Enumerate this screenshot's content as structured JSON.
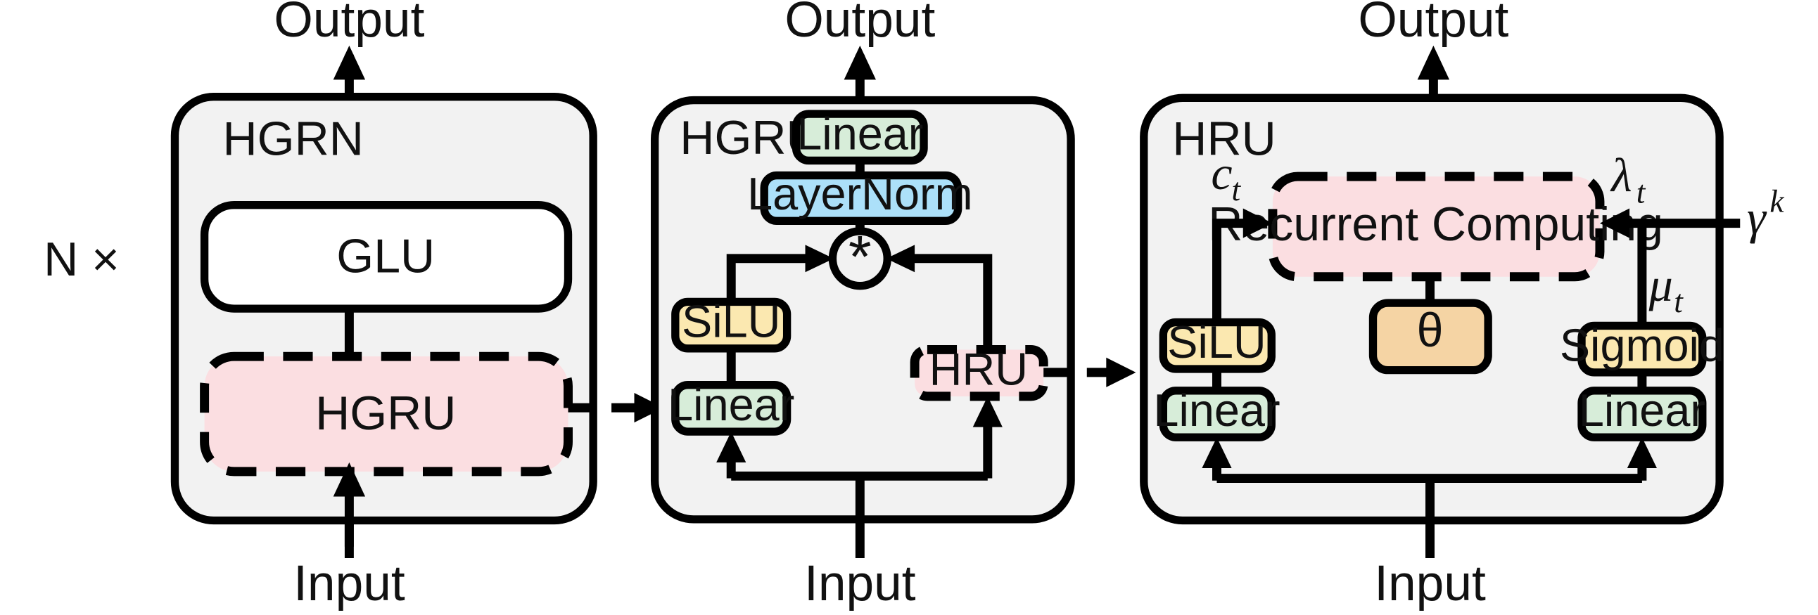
{
  "figure": {
    "type": "diagram",
    "description": "Three-panel neural network architecture diagram: HGRN block, HGRU module, HRU module",
    "background": "#ffffff"
  },
  "colors": {
    "panel_fill": "#f2f2f2",
    "pink": "#fbdee1",
    "green": "#d7edd9",
    "blue": "#ace0f9",
    "yellow": "#fbe8b0",
    "orange": "#f5d4a4",
    "white": "#ffffff",
    "stroke": "#000000"
  },
  "panels": [
    {
      "id": "hgrn",
      "title": "HGRN",
      "repeat_label": "N ×",
      "top_io": "Output",
      "bottom_io": "Input",
      "blocks": [
        {
          "name": "glu",
          "label": "GLU",
          "style": "white-solid"
        },
        {
          "name": "hgru",
          "label": "HGRU",
          "style": "pink-dashed"
        }
      ]
    },
    {
      "id": "hgru",
      "title": "HGRU",
      "top_io": "Output",
      "bottom_io": "Input",
      "blocks": [
        {
          "name": "linear-out",
          "label": "Linear",
          "style": "green-solid"
        },
        {
          "name": "layernorm",
          "label": "LayerNorm",
          "style": "blue-solid"
        },
        {
          "name": "multiply",
          "label": "*",
          "style": "circle"
        },
        {
          "name": "silu",
          "label": "SiLU",
          "style": "yellow-solid"
        },
        {
          "name": "linear-in",
          "label": "Linear",
          "style": "green-solid"
        },
        {
          "name": "hru",
          "label": "HRU",
          "style": "pink-dashed"
        }
      ]
    },
    {
      "id": "hru",
      "title": "HRU",
      "top_io": "Output",
      "bottom_io": "Input",
      "blocks": [
        {
          "name": "recurrent-computing",
          "label": "Recurrent Computing",
          "style": "pink-dashed"
        },
        {
          "name": "theta",
          "label": "θ",
          "style": "orange-solid"
        },
        {
          "name": "silu",
          "label": "SiLU",
          "style": "yellow-solid"
        },
        {
          "name": "linear-left",
          "label": "Linear",
          "style": "green-solid"
        },
        {
          "name": "sigmoid",
          "label": "Sigmoid",
          "style": "yellow-solid"
        },
        {
          "name": "linear-right",
          "label": "Linear",
          "style": "green-solid"
        }
      ],
      "signals": [
        {
          "name": "c-t",
          "base": "c",
          "sub": "t"
        },
        {
          "name": "lambda-t",
          "base": "λ",
          "sub": "t"
        },
        {
          "name": "mu-t",
          "base": "μ",
          "sub": "t"
        },
        {
          "name": "gamma-k",
          "base": "γ",
          "sup": "k"
        }
      ]
    }
  ],
  "connectors": [
    {
      "name": "hgrn-to-hgru",
      "style": "dashed-arrow"
    },
    {
      "name": "hgru-to-hru",
      "style": "dashed-arrow"
    }
  ]
}
